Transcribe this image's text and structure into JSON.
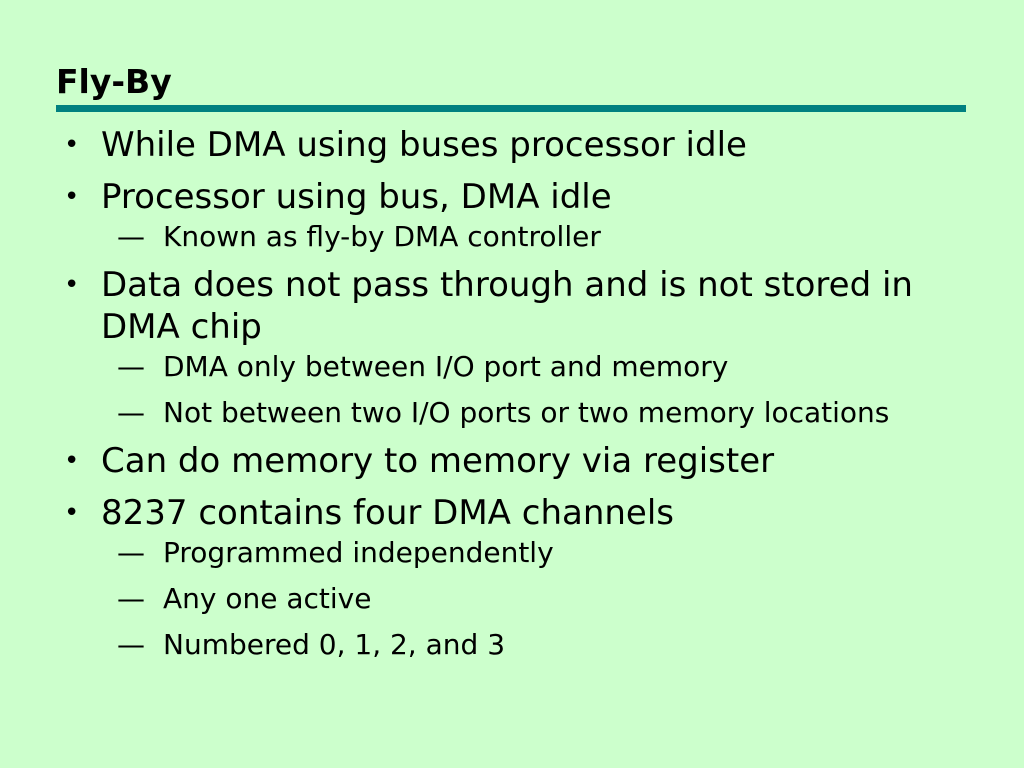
{
  "slide": {
    "title": "Fly-By",
    "bullets": [
      {
        "text": "While DMA using buses processor idle",
        "subs": []
      },
      {
        "text": "Processor using bus, DMA idle",
        "subs": [
          "Known as fly-by DMA controller"
        ]
      },
      {
        "text": "Data does not pass through and is not stored in DMA chip",
        "subs": [
          "DMA only between I/O port and memory",
          "Not between two I/O ports or two memory locations"
        ]
      },
      {
        "text": "Can do memory to memory via register",
        "subs": []
      },
      {
        "text": "8237 contains four DMA channels",
        "subs": [
          "Programmed independently",
          "Any one active",
          "Numbered 0, 1, 2, and 3"
        ]
      }
    ]
  },
  "markers": {
    "bullet": "•",
    "dash": "—"
  },
  "colors": {
    "background": "#ccffcc",
    "title_rule": "#008080",
    "text": "#000000"
  }
}
